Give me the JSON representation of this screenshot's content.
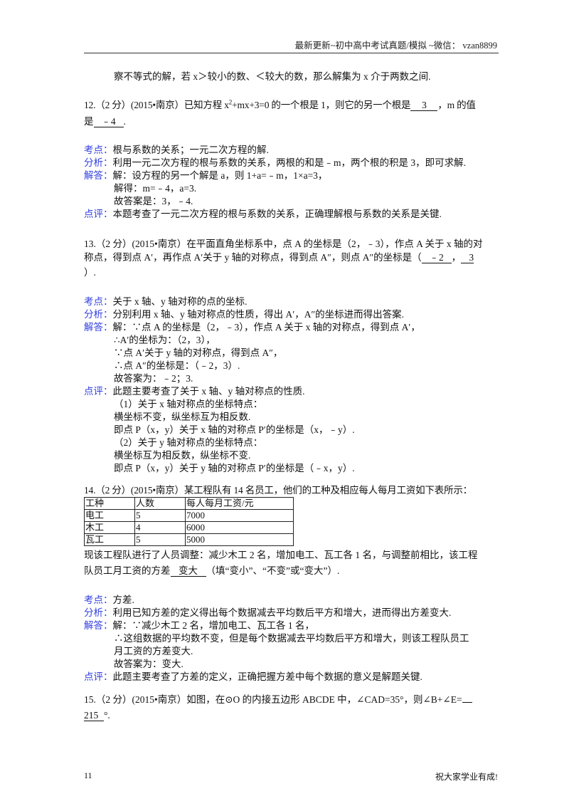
{
  "header": {
    "text": "最新更新~初中高中考试真题/模拟 ~微信： vzan8899"
  },
  "prev_line": "察不等式的解，若 x＞较小的数、＜较大的数，那么解集为 x 介于两数之间.",
  "q12": {
    "stem_a": "12.（2 分）(2015•南京）已知方程 x",
    "sup": "2",
    "stem_b": "+mx+3=0 的一个根是 1，则它的另一个根是",
    "blank1": "3",
    "stem_c": "，m 的值",
    "stem_d": "是",
    "blank2": "﹣4",
    "stem_e": ".",
    "kaodian_label": "考点：",
    "kaodian": "根与系数的关系；一元二次方程的解.",
    "fenxi_label": "分析：",
    "fenxi": "利用一元二次方程的根与系数的关系，两根的和是﹣m，两个根的积是 3，即可求解.",
    "jieda_label": "解答：",
    "jieda": [
      "解：设方程的另一个解是 a，则 1+a=﹣m，1×a=3，",
      "解得：m=﹣4，a=3.",
      "故答案是：3，﹣4."
    ],
    "dianping_label": "点评：",
    "dianping": "本题考查了一元二次方程的根与系数的关系，正确理解根与系数的关系是关键."
  },
  "q13": {
    "stem1": "13.（2 分）(2015•南京）在平面直角坐标系中，点 A 的坐标是（2，﹣3），作点 A 关于 x 轴的对",
    "stem2": "称点，得到点 A′，再作点 A′关于 y 轴的对称点，得到点 A″，则点 A″的坐标是（",
    "blank1": "﹣2",
    "sep": "，",
    "blank2": "3",
    "stem3": "）.",
    "kaodian_label": "考点：",
    "kaodian": "关于 x 轴、y 轴对称的点的坐标.",
    "fenxi_label": "分析：",
    "fenxi": "分别利用 x 轴、y 轴对称点的性质，得出 A′，A″的坐标进而得出答案.",
    "jieda_label": "解答：",
    "jieda": [
      "解：∵点 A 的坐标是（2，﹣3），作点 A 关于 x 轴的对称点，得到点 A′，",
      "∴A′的坐标为：（2，3），",
      "∵点 A′关于 y 轴的对称点，得到点 A″，",
      "∴点 A″的坐标是：（﹣2，3）.",
      "故答案为：﹣2；3."
    ],
    "dianping_label": "点评：",
    "dianping": [
      "此题主要考查了关于 x 轴、y 轴对称点的性质.",
      "（1）关于 x 轴对称点的坐标特点：",
      "横坐标不变，纵坐标互为相反数.",
      "即点 P（x，y）关于 x 轴的对称点 P′的坐标是（x，﹣y）.",
      "（2）关于 y 轴对称点的坐标特点：",
      "横坐标互为相反数，纵坐标不变.",
      "即点 P（x，y）关于 y 轴的对称点 P′的坐标是（﹣x，y）."
    ]
  },
  "q14": {
    "stem1": "14.（2 分）(2015•南京）某工程队有 14 名员工，他们的工种及相应每人每月工资如下表所示：",
    "table": {
      "headers": [
        "工种",
        "人数",
        "每人每月工资/元"
      ],
      "rows": [
        [
          "电工",
          "5",
          "7000"
        ],
        [
          "木工",
          "4",
          "6000"
        ],
        [
          "瓦工",
          "5",
          "5000"
        ]
      ]
    },
    "stem2": "现该工程队进行了人员调整：减少木工 2 名，增加电工、瓦工各 1 名，与调整前相比，该工程",
    "stem3a": "队员工月工资的方差",
    "blank": "变大",
    "stem3b": "（填“变小”、“不变”或“变大”）.",
    "kaodian_label": "考点：",
    "kaodian": "方差.",
    "fenxi_label": "分析：",
    "fenxi": "利用已知方差的定义得出每个数据减去平均数后平方和增大，进而得出方差变大.",
    "jieda_label": "解答：",
    "jieda": [
      "解：∵减少木工 2 名，增加电工、瓦工各 1 名，",
      "∴这组数据的平均数不变，但是每个数据减去平均数后平方和增大，则该工程队员工",
      "月工资的方差变大.",
      "故答案为：变大."
    ],
    "dianping_label": "点评：",
    "dianping": "此题主要考查了方差的定义，正确把握方差中每个数据的意义是解题关键."
  },
  "q15": {
    "stem1": "15.（2 分）(2015•南京）如图，在⊙O 的内接五边形 ABCDE 中，∠CAD=35°，则∠B+∠E=",
    "blank": "215",
    "stem2": "°."
  },
  "footer": {
    "page": "11",
    "motto": "祝大家学业有成!"
  }
}
